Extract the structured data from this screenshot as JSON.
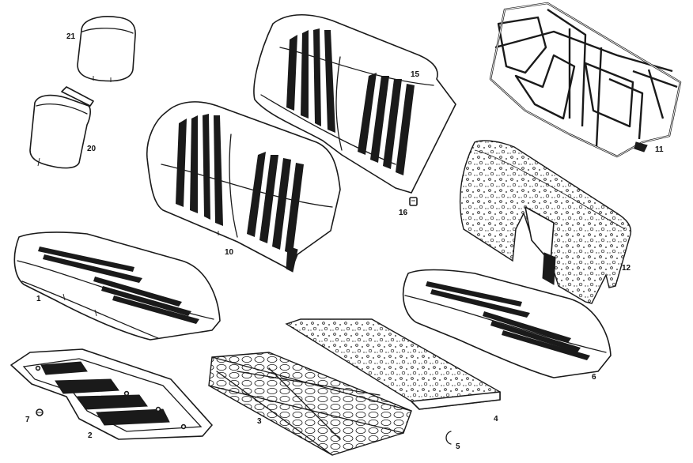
{
  "diagram": {
    "colors": {
      "ink": "#1a1a1a",
      "paper": "#ffffff"
    },
    "parts": [
      {
        "id": "p21",
        "number": "21"
      },
      {
        "id": "p20",
        "number": "20"
      },
      {
        "id": "p15",
        "number": "15"
      },
      {
        "id": "p16",
        "number": "16"
      },
      {
        "id": "p10",
        "number": "10"
      },
      {
        "id": "p11",
        "number": "11"
      },
      {
        "id": "p12",
        "number": "12"
      },
      {
        "id": "p1",
        "number": "1"
      },
      {
        "id": "p6",
        "number": "6"
      },
      {
        "id": "p4",
        "number": "4"
      },
      {
        "id": "p3",
        "number": "3"
      },
      {
        "id": "p2",
        "number": "2"
      },
      {
        "id": "p7",
        "number": "7"
      },
      {
        "id": "p5",
        "number": "5"
      }
    ]
  }
}
